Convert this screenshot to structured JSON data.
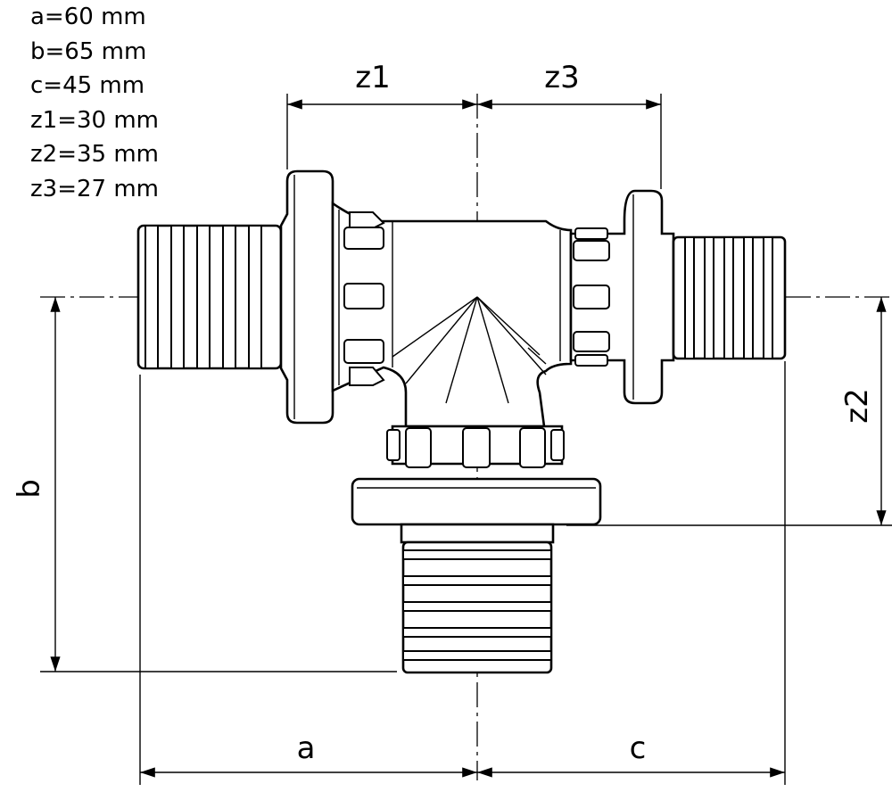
{
  "dimensions": [
    {
      "label": "a=60 mm"
    },
    {
      "label": "b=65 mm"
    },
    {
      "label": "c=45 mm"
    },
    {
      "label": "z1=30 mm"
    },
    {
      "label": "z2=35 mm"
    },
    {
      "label": "z3=27 mm"
    }
  ],
  "dim_letters": {
    "z1": "z1",
    "z3": "z3",
    "z2": "z2",
    "b": "b",
    "a": "a",
    "c": "c"
  }
}
